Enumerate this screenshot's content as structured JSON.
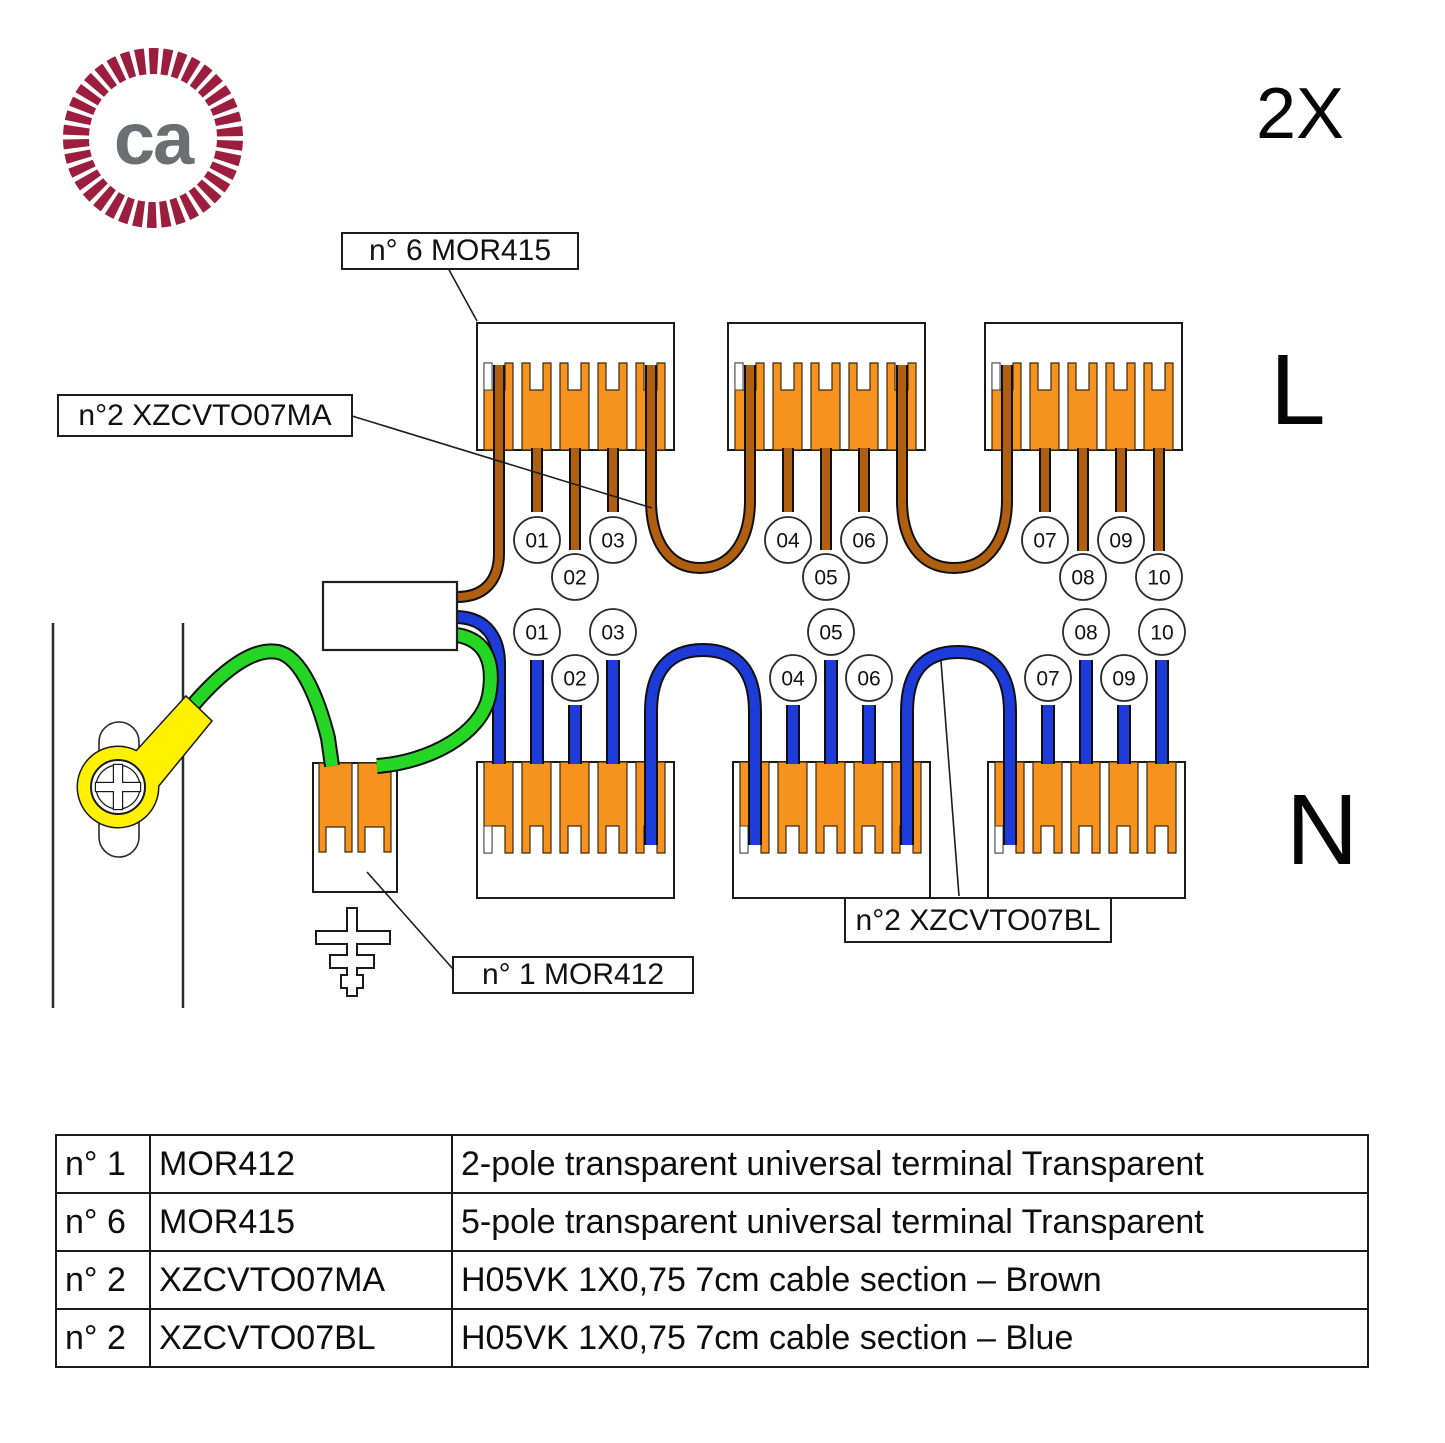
{
  "logo": {
    "brand_text": "ca"
  },
  "annotations": {
    "multiplier": "2X",
    "line_label": "L",
    "neutral_label": "N",
    "label_mor415": "n° 6 MOR415",
    "label_xzcvto07ma": "n°2 XZCVTO07MA",
    "label_mor412": "n° 1 MOR412",
    "label_xzcvto07bl": "n°2 XZCVTO07BL"
  },
  "wire_numbers": {
    "top": [
      "01",
      "02",
      "03",
      "04",
      "05",
      "06",
      "07",
      "08",
      "09",
      "10"
    ],
    "bottom": [
      "01",
      "02",
      "03",
      "04",
      "05",
      "06",
      "07",
      "08",
      "09",
      "10"
    ]
  },
  "colors": {
    "terminal_orange": "#F6921E",
    "wire_brown": "#B05E10",
    "wire_blue": "#1C3BD9",
    "wire_green": "#25D625",
    "lug_yellow": "#FFF100",
    "logo_maroon": "#9B1E3E",
    "logo_gray": "#6D6E71"
  },
  "parts_table": {
    "rows": [
      {
        "qty": "n° 1",
        "code": "MOR412",
        "description": "2-pole transparent universal terminal Transparent"
      },
      {
        "qty": "n° 6",
        "code": "MOR415",
        "description": "5-pole transparent universal terminal Transparent"
      },
      {
        "qty": "n° 2",
        "code": "XZCVTO07MA",
        "description": "H05VK 1X0,75 7cm cable section – Brown"
      },
      {
        "qty": "n° 2",
        "code": "XZCVTO07BL",
        "description": "H05VK 1X0,75 7cm cable section – Blue"
      }
    ]
  }
}
